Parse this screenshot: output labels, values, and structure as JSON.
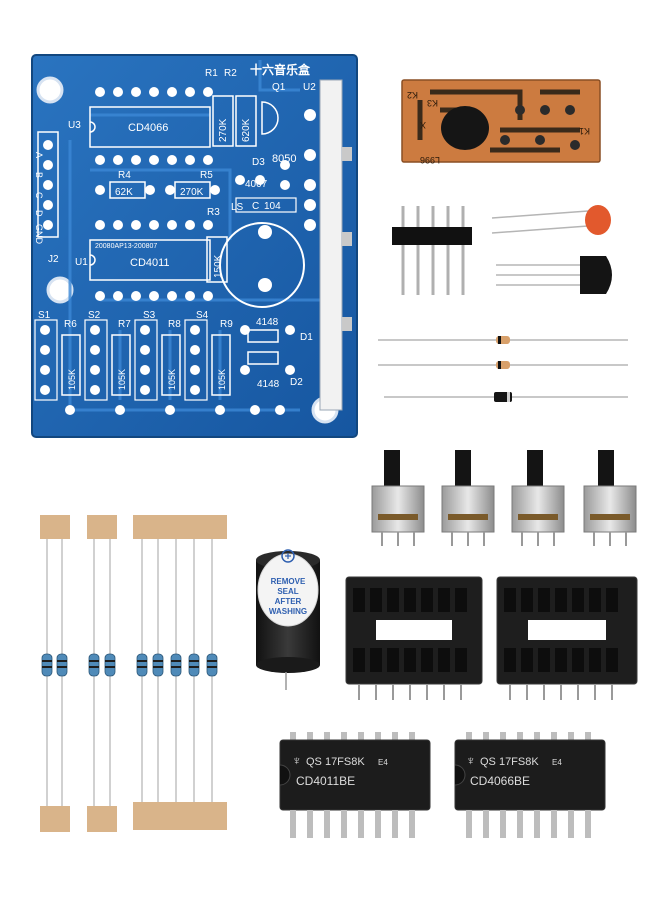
{
  "pcb": {
    "title": "十六音乐盒",
    "r1": "R1",
    "r2": "R2",
    "q1": "Q1",
    "u2": "U2",
    "u3": "U3",
    "cd4066": "CD4066",
    "r270a": "270K",
    "r620": "620K",
    "d3": "D3",
    "q8050": "8050",
    "r4": "R4",
    "r5": "R5",
    "r62": "62K",
    "r270b": "270K",
    "r3": "R3",
    "c4007": "4007",
    "ls": "LS",
    "c": "C",
    "c104": "104",
    "u1": "U1",
    "code": "20080AP13-200807",
    "cd4011": "CD4011",
    "r150": "150K",
    "pins": [
      "A",
      "B",
      "C",
      "D",
      "GND"
    ],
    "j2": "J2",
    "s1": "S1",
    "s2": "S2",
    "s3": "S3",
    "s4": "S4",
    "r6": "R6",
    "r7": "R7",
    "r8": "R8",
    "r9": "R9",
    "r105": "105K",
    "d1": "D1",
    "d2": "D2",
    "v4148a": "4148",
    "v4148b": "4148"
  },
  "module": {
    "k2": "K2",
    "k3": "K3",
    "k1": "K1",
    "l996": "L996",
    "x": "X"
  },
  "buzzer": {
    "line1": "REMOVE",
    "line2": "SEAL",
    "line3": "AFTER",
    "line4": "WASHING"
  },
  "chips": {
    "left": {
      "line1": "QS 17FS8K",
      "suffix": "E4",
      "line2": "CD4011BE"
    },
    "right": {
      "line1": "QS 17FS8K",
      "suffix": "E4",
      "line2": "CD4066BE"
    }
  },
  "colors": {
    "pcb_blue": "#1a5fa8",
    "copper": "#c8773c",
    "resistor_tape": "#d9b48a",
    "chip_black": "#1c1c1c"
  }
}
